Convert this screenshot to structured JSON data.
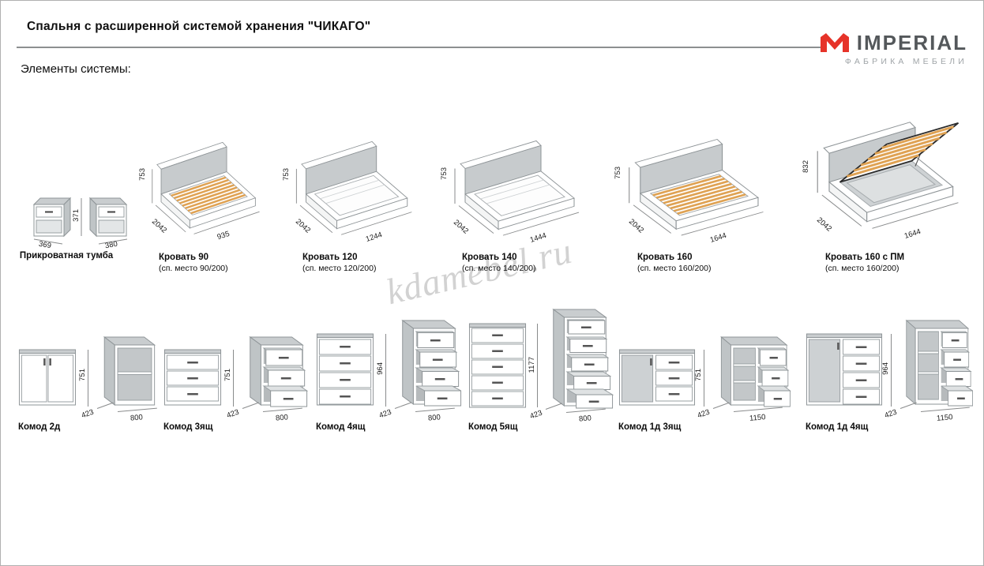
{
  "header": {
    "title": "Спальня с расширенной системой хранения \"ЧИКАГО\"",
    "brand": "IMPERIAL",
    "brand_tagline": "ФАБРИКА МЕБЕЛИ"
  },
  "section_label": "Элементы системы:",
  "watermark": "kdamebel.ru",
  "colors": {
    "accent_red": "#e63329",
    "furniture_gray": "#c7cbcd",
    "slat_orange": "#dfa253"
  },
  "row1": {
    "items": [
      {
        "name": "Прикроватная тумба",
        "h": "371",
        "d": "369",
        "w": "380"
      },
      {
        "name": "Кровать 90",
        "sub": "(сп. место 90/200)",
        "h": "753",
        "d": "2042",
        "w": "935"
      },
      {
        "name": "Кровать 120",
        "sub": "(сп. место 120/200)",
        "h": "753",
        "d": "2042",
        "w": "1244"
      },
      {
        "name": "Кровать 140",
        "sub": "(сп. место 140/200)",
        "h": "753",
        "d": "2042",
        "w": "1444"
      },
      {
        "name": "Кровать 160",
        "sub": "(сп. место 160/200)",
        "h": "753",
        "d": "2042",
        "w": "1644"
      },
      {
        "name": "Кровать 160 с ПМ",
        "sub": "(сп. место 160/200)",
        "h": "832",
        "d": "2042",
        "w": "1644"
      }
    ]
  },
  "row2": {
    "items": [
      {
        "name": "Комод 2д",
        "h": "751",
        "d": "423",
        "w": "800"
      },
      {
        "name": "Комод 3ящ",
        "h": "751",
        "d": "423",
        "w": "800"
      },
      {
        "name": "Комод 4ящ",
        "h": "964",
        "d": "423",
        "w": "800"
      },
      {
        "name": "Комод 5ящ",
        "h": "1177",
        "d": "423",
        "w": "800"
      },
      {
        "name": "Комод 1д 3ящ",
        "h": "751",
        "d": "423",
        "w": "1150"
      },
      {
        "name": "Комод 1д 4ящ",
        "h": "964",
        "d": "423",
        "w": "1150"
      }
    ]
  }
}
